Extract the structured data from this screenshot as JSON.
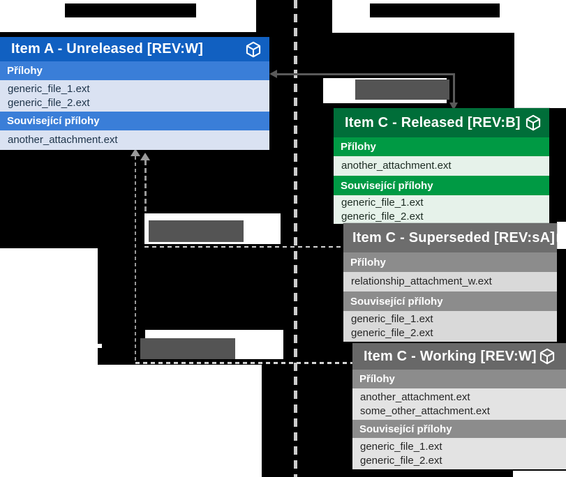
{
  "diagram": {
    "cards": [
      {
        "title": "Item A - Unreleased [REV:W]",
        "state": "unreleased",
        "sections": [
          {
            "label": "Přílohy",
            "files": [
              "generic_file_1.ext",
              "generic_file_2.ext"
            ]
          },
          {
            "label": "Související přílohy",
            "files": [
              "another_attachment.ext"
            ]
          }
        ]
      },
      {
        "title": "Item C - Released [REV:B]",
        "state": "released",
        "sections": [
          {
            "label": "Přílohy",
            "files": [
              "another_attachment.ext"
            ]
          },
          {
            "label": "Související přílohy",
            "files": [
              "generic_file_1.ext",
              "generic_file_2.ext"
            ]
          }
        ]
      },
      {
        "title": "Item C - Superseded [REV:sA]",
        "state": "superseded",
        "sections": [
          {
            "label": "Přílohy",
            "files": [
              "relationship_attachment_w.ext"
            ]
          },
          {
            "label": "Související přílohy",
            "files": [
              "generic_file_1.ext",
              "generic_file_2.ext"
            ]
          }
        ]
      },
      {
        "title": "Item C - Working [REV:W]",
        "state": "working",
        "sections": [
          {
            "label": "Přílohy",
            "files": [
              "another_attachment.ext",
              "some_other_attachment.ext"
            ]
          },
          {
            "label": "Související přílohy",
            "files": [
              "generic_file_1.ext",
              "generic_file_2.ext"
            ]
          }
        ]
      }
    ],
    "icons": {
      "package_icon": "package-cube"
    },
    "colors": {
      "blue_header": "#1160c1",
      "blue_section": "#3a7ed8",
      "blue_row": "#dae2f2",
      "green_header": "#006e39",
      "green_section": "#009a44",
      "green_row": "#e6f2ea",
      "gray_header": "#6d6d6d",
      "gray_section": "#8c8c8c",
      "gray_row": "#d9d9d9",
      "redaction_black": "#000000",
      "redaction_gray": "#545454",
      "arrow": "#5a5a5a",
      "dashed_line": "#cccccc"
    }
  }
}
